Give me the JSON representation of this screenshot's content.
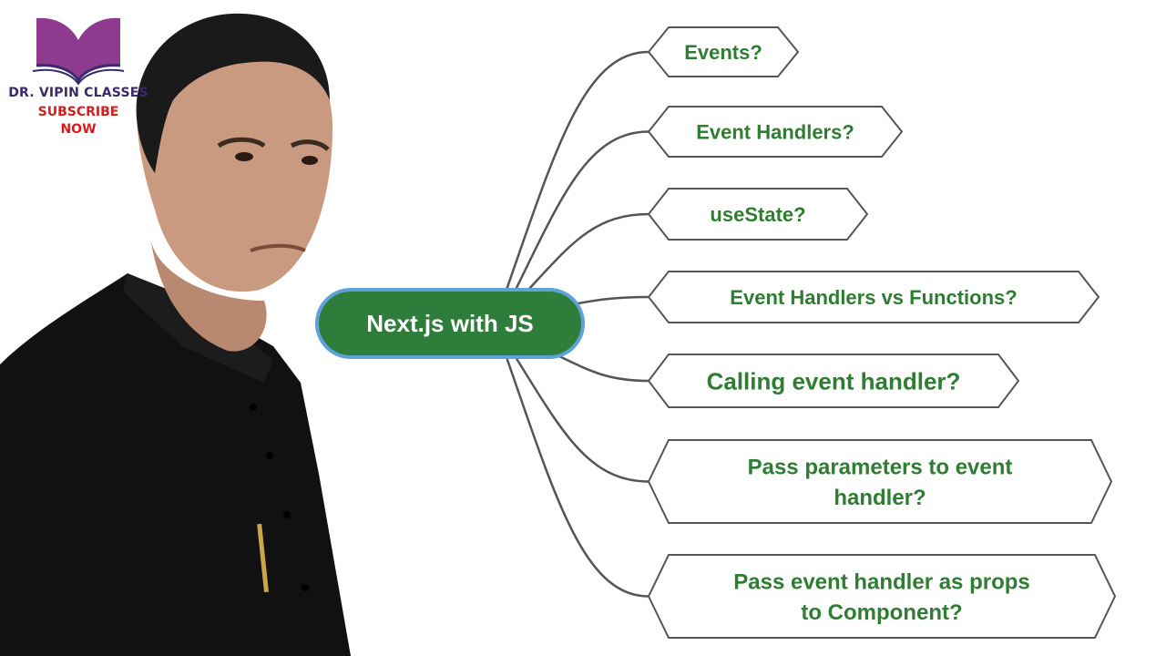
{
  "brand": {
    "name": "DR. VIPIN CLASSES",
    "call_to_action_line1": "SUBSCRIBE",
    "call_to_action_line2": "NOW",
    "logo_icon": "open-book-icon",
    "colors": {
      "book": "#8e3a8e",
      "title": "#3b2a6b",
      "cta": "#d81b1b"
    }
  },
  "mind_map": {
    "central": "Next.js with JS",
    "topics": [
      {
        "lines": [
          "Events?"
        ]
      },
      {
        "lines": [
          "Event Handlers?"
        ]
      },
      {
        "lines": [
          "useState?"
        ]
      },
      {
        "lines": [
          "Event Handlers vs Functions?"
        ]
      },
      {
        "lines": [
          "Calling event handler?"
        ]
      },
      {
        "lines": [
          "Pass parameters to event",
          "handler?"
        ]
      },
      {
        "lines": [
          "Pass event handler as props",
          "to Component?"
        ]
      }
    ],
    "colors": {
      "central_fill": "#2f7d3a",
      "central_border": "#5fa1d9",
      "topic_text": "#2e7d32",
      "connector": "#555555"
    }
  },
  "presenter": {
    "icon": "presenter-photo"
  }
}
